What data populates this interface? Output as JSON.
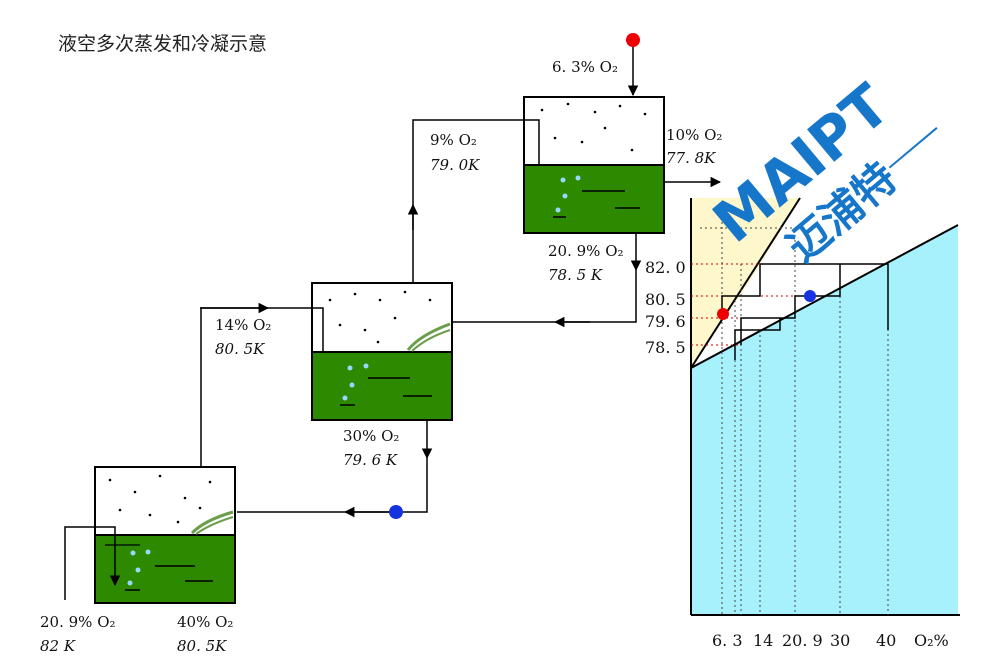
{
  "title": "液空多次蒸发和冷凝示意",
  "logo": {
    "brand": "MAIPT",
    "cn": "迈浦特"
  },
  "top_stream": {
    "label": "6. 3% O₂"
  },
  "stages": [
    {
      "id": 1,
      "inlet": "20. 9% O₂",
      "inlet_t": "82 K",
      "liquid": "40% O₂",
      "liquid_t": "80. 5K",
      "vapor": "14% O₂",
      "vapor_t": "80. 5K"
    },
    {
      "id": 2,
      "liquid": "30% O₂",
      "liquid_t": "79. 6 K",
      "vapor": "9% O₂",
      "vapor_t": "79. 0K"
    },
    {
      "id": 3,
      "liquid": "20. 9% O₂",
      "liquid_t": "78. 5 K",
      "vapor": "10% O₂",
      "vapor_t": "77. 8K"
    }
  ],
  "phase_diagram": {
    "y_ticks": [
      "82. 0",
      "80. 5",
      "79. 6",
      "78. 5"
    ],
    "x_ticks": [
      "6. 3",
      "14",
      "20. 9",
      "30",
      "40",
      "O₂%"
    ],
    "colors": {
      "vapor_region": "#fff7cc",
      "liquid_region": "#a6f1fb",
      "red_point": "#ee0000",
      "blue_point": "#1533e0"
    }
  },
  "colors": {
    "liquid": "#2d8a00",
    "line": "#000000",
    "red": "#ee0000",
    "blue": "#1533e0",
    "logo": "#1676c9"
  }
}
